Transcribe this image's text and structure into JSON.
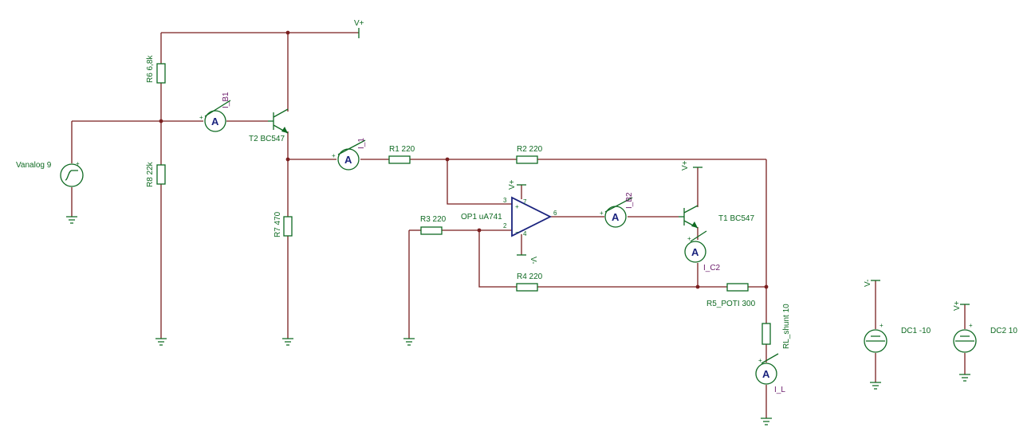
{
  "components": {
    "vanalog": "Vanalog 9",
    "r6": "R6 6,8k",
    "r8": "R8 22k",
    "t2": "T2 BC547",
    "r7": "R7 470",
    "r1": "R1 220",
    "r2": "R2 220",
    "r3": "R3 220",
    "r4": "R4 220",
    "r5": "R5_POTI 300",
    "rl": "RL_shunt 10",
    "op1": "OP1 uA741",
    "t1": "T1 BC547",
    "dc1": "DC1 -10",
    "dc2": "DC2 10"
  },
  "meters": {
    "symbol": "A",
    "ib1": "I_B1",
    "i1": "I_1",
    "ib2": "I_B2",
    "ic2": "I_C2",
    "il": "I_L"
  },
  "rails": {
    "vpos": "V+",
    "vneg": "V-"
  },
  "pins": {
    "p3": "3",
    "p2": "2",
    "p6": "6",
    "p7": "7",
    "p4": "4",
    "plus": "+",
    "minus": "−"
  },
  "colors": {
    "wire": "#7a1f1f",
    "component": "#0f6a22",
    "opamp": "#1a237e",
    "meter_label": "#6a1a6a"
  }
}
